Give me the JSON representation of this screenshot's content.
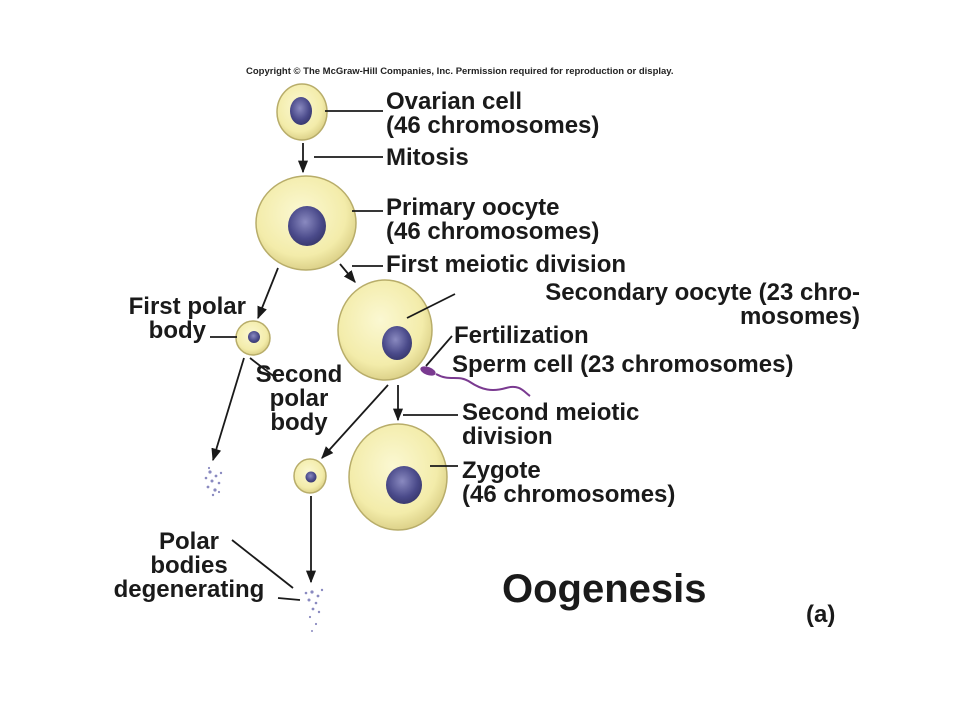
{
  "copyright": "Copyright © The McGraw-Hill Companies, Inc. Permission required for reproduction or display.",
  "title": "Oogenesis",
  "panel_label": "(a)",
  "labels": {
    "ovarian_cell": [
      "Ovarian cell",
      "(46 chromosomes)"
    ],
    "mitosis": [
      "Mitosis"
    ],
    "primary_oocyte": [
      "Primary oocyte",
      "(46 chromosomes)"
    ],
    "first_meiotic_division": [
      "First meiotic division"
    ],
    "secondary_oocyte": [
      "Secondary oocyte (23 chro-",
      "mosomes)"
    ],
    "fertilization": [
      "Fertilization"
    ],
    "sperm_cell": [
      "Sperm cell (23 chromosomes)"
    ],
    "second_meiotic_division": [
      "Second meiotic",
      "division"
    ],
    "zygote": [
      "Zygote",
      "(46 chromosomes)"
    ],
    "first_polar_body": [
      "First polar",
      "body"
    ],
    "second_polar_body": [
      "Second",
      "polar",
      "body"
    ],
    "polar_bodies_degenerating": [
      "Polar",
      "bodies",
      "degenerating"
    ]
  },
  "colors": {
    "cytoplasm": "#f5efb0",
    "cell_edge": "#b8ad6a",
    "nucleus": "#4a4a8a",
    "nucleus_light": "#8a8ac0",
    "sperm": "#7a3a90",
    "line": "#1a1a1a"
  }
}
